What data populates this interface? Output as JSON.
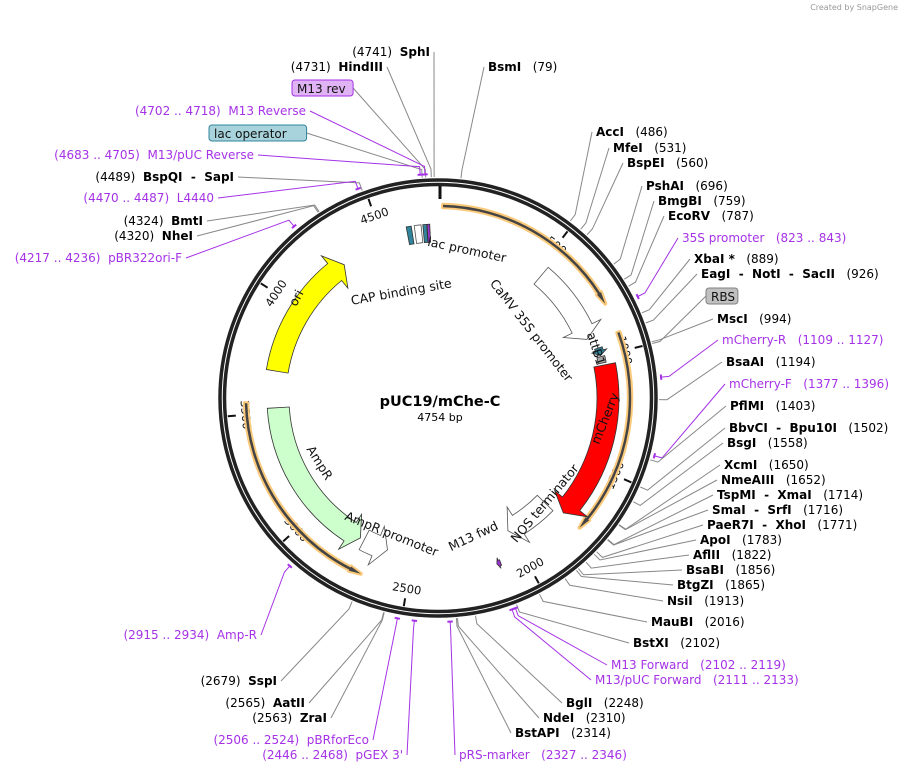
{
  "credit": "Created by SnapGene",
  "plasmid": {
    "name": "pUC19/mChe-C",
    "length_label": "4754 bp",
    "length": 4754
  },
  "tick_labels": [
    "500",
    "1000",
    "1500",
    "2000",
    "2500",
    "3000",
    "3500",
    "4000",
    "4500"
  ],
  "features": [
    {
      "name": "ori",
      "start": 3690,
      "end": 4290,
      "dir": "cw",
      "color": "#ffff00",
      "ring": "inner"
    },
    {
      "name": "AmpR",
      "start": 2760,
      "end": 3520,
      "dir": "ccw",
      "color": "#ccffcc",
      "ring": "inner"
    },
    {
      "name": "AmpR promoter",
      "start": 2620,
      "end": 2740,
      "dir": "ccw",
      "color": "#ffffff",
      "ring": "inner"
    },
    {
      "name": "CaMV 35S promoter",
      "start": 530,
      "end": 905,
      "dir": "cw",
      "color": "#ffffff",
      "ring": "inner"
    },
    {
      "name": "attB1",
      "start": 960,
      "end": 995,
      "dir": "cw",
      "color": "#31849b",
      "ring": "inner"
    },
    {
      "name": "",
      "start": 1000,
      "end": 1030,
      "dir": "none",
      "color": "#a6a6a6",
      "ring": "inner"
    },
    {
      "name": "mCherry",
      "start": 1040,
      "end": 1750,
      "dir": "cw",
      "color": "#ff0000",
      "ring": "inner"
    },
    {
      "name": "NOS terminator",
      "start": 1775,
      "end": 2010,
      "dir": "cw",
      "color": "#ffffff",
      "ring": "inner"
    },
    {
      "name": "M13 fwd",
      "start": 2102,
      "end": 2119,
      "dir": "cw",
      "color": "#9933cc",
      "ring": "inner"
    },
    {
      "name": "lac promoter",
      "start": 4650,
      "end": 4680,
      "dir": "none",
      "color": "#ffffff",
      "ring": "inner"
    },
    {
      "name": "CAP binding site",
      "start": 4615,
      "end": 4637,
      "dir": "none",
      "color": "#31849b",
      "ring": "inner"
    },
    {
      "name": "",
      "start": 4688,
      "end": 4705,
      "dir": "none",
      "color": "#31849b",
      "ring": "inner"
    },
    {
      "name": "",
      "start": 4706,
      "end": 4718,
      "dir": "none",
      "color": "#9933cc",
      "ring": "inner"
    }
  ],
  "orfs": [
    {
      "start": 20,
      "end": 800,
      "dir": "cw"
    },
    {
      "start": 925,
      "end": 1750,
      "dir": "cw"
    },
    {
      "start": 2690,
      "end": 3545,
      "dir": "ccw"
    }
  ],
  "labels": [
    {
      "kind": "enzyme",
      "name": "SphI",
      "pos": "(4741)",
      "site": 4741
    },
    {
      "kind": "enzyme",
      "name": "HindIII",
      "pos": "(4731)",
      "site": 4731
    },
    {
      "kind": "box",
      "name": "M13 rev",
      "site": 4712,
      "color": "#e0b3f5",
      "border": "#a532e6"
    },
    {
      "kind": "primer",
      "name": "M13 Reverse",
      "pos": "(4702 .. 4718)",
      "site": 4710
    },
    {
      "kind": "box",
      "name": "lac operator",
      "site": 4700,
      "color": "#a8d3dc",
      "border": "#31849b"
    },
    {
      "kind": "primer",
      "name": "M13/pUC Reverse",
      "pos": "(4683 .. 4705)",
      "site": 4694
    },
    {
      "kind": "enzyme",
      "name": "BspQI  -  SapI",
      "pos": "(4489)",
      "site": 4489
    },
    {
      "kind": "primer",
      "name": "L4440",
      "pos": "(4470 .. 4487)",
      "site": 4478
    },
    {
      "kind": "enzyme",
      "name": "BmtI",
      "pos": "(4324)",
      "site": 4324
    },
    {
      "kind": "enzyme",
      "name": "NheI",
      "pos": "(4320)",
      "site": 4320
    },
    {
      "kind": "primer",
      "name": "pBR322ori-F",
      "pos": "(4217 .. 4236)",
      "site": 4226
    },
    {
      "kind": "primer",
      "name": "Amp-R",
      "pos": "(2915 .. 2934)",
      "site": 2924
    },
    {
      "kind": "enzyme",
      "name": "SspI",
      "pos": "(2679)",
      "site": 2679
    },
    {
      "kind": "enzyme",
      "name": "AatII",
      "pos": "(2565)",
      "site": 2565
    },
    {
      "kind": "enzyme",
      "name": "ZraI",
      "pos": "(2563)",
      "site": 2563
    },
    {
      "kind": "primer",
      "name": "pBRforEco",
      "pos": "(2506 .. 2524)",
      "site": 2515
    },
    {
      "kind": "primer",
      "name": "pGEX 3'",
      "pos": "(2446 .. 2468)",
      "site": 2457
    },
    {
      "kind": "enzyme",
      "name": "BsmI",
      "pos": "(79)",
      "site": 79
    },
    {
      "kind": "enzyme",
      "name": "AccI",
      "pos": "(486)",
      "site": 486
    },
    {
      "kind": "enzyme",
      "name": "MfeI",
      "pos": "(531)",
      "site": 531
    },
    {
      "kind": "enzyme",
      "name": "BspEI",
      "pos": "(560)",
      "site": 560
    },
    {
      "kind": "enzyme",
      "name": "PshAI",
      "pos": "(696)",
      "site": 696
    },
    {
      "kind": "enzyme",
      "name": "BmgBI",
      "pos": "(759)",
      "site": 759
    },
    {
      "kind": "enzyme",
      "name": "EcoRV",
      "pos": "(787)",
      "site": 787
    },
    {
      "kind": "primer",
      "name": "35S promoter",
      "pos": "(823 .. 843)",
      "site": 833
    },
    {
      "kind": "enzyme",
      "name": "XbaI *",
      "pos": "(889)",
      "site": 889
    },
    {
      "kind": "enzyme",
      "name": "EagI  -  NotI  -  SacII",
      "pos": "(926)",
      "site": 926
    },
    {
      "kind": "box",
      "name": "RBS",
      "site": 1000,
      "color": "#c0c0c0",
      "border": "#808080"
    },
    {
      "kind": "enzyme",
      "name": "MscI",
      "pos": "(994)",
      "site": 994
    },
    {
      "kind": "primer",
      "name": "mCherry-R",
      "pos": "(1109 .. 1127)",
      "site": 1118
    },
    {
      "kind": "enzyme",
      "name": "BsaAI",
      "pos": "(1194)",
      "site": 1194
    },
    {
      "kind": "primer",
      "name": "mCherry-F",
      "pos": "(1377 .. 1396)",
      "site": 1386
    },
    {
      "kind": "enzyme",
      "name": "PflMI",
      "pos": "(1403)",
      "site": 1403
    },
    {
      "kind": "enzyme",
      "name": "BbvCI  -  Bpu10I",
      "pos": "(1502)",
      "site": 1502
    },
    {
      "kind": "enzyme",
      "name": "BsgI",
      "pos": "(1558)",
      "site": 1558
    },
    {
      "kind": "enzyme",
      "name": "XcmI",
      "pos": "(1650)",
      "site": 1650
    },
    {
      "kind": "enzyme",
      "name": "NmeAIII",
      "pos": "(1652)",
      "site": 1652
    },
    {
      "kind": "enzyme",
      "name": "TspMI  -  XmaI",
      "pos": "(1714)",
      "site": 1714
    },
    {
      "kind": "enzyme",
      "name": "SmaI  -  SrfI",
      "pos": "(1716)",
      "site": 1716
    },
    {
      "kind": "enzyme",
      "name": "PaeR7I  -  XhoI",
      "pos": "(1771)",
      "site": 1771
    },
    {
      "kind": "enzyme",
      "name": "ApoI",
      "pos": "(1783)",
      "site": 1783
    },
    {
      "kind": "enzyme",
      "name": "AflII",
      "pos": "(1822)",
      "site": 1822
    },
    {
      "kind": "enzyme",
      "name": "BsaBI",
      "pos": "(1856)",
      "site": 1856
    },
    {
      "kind": "enzyme",
      "name": "BtgZI",
      "pos": "(1865)",
      "site": 1865
    },
    {
      "kind": "enzyme",
      "name": "NsiI",
      "pos": "(1913)",
      "site": 1913
    },
    {
      "kind": "enzyme",
      "name": "MauBI",
      "pos": "(2016)",
      "site": 2016
    },
    {
      "kind": "enzyme",
      "name": "BstXI",
      "pos": "(2102)",
      "site": 2102
    },
    {
      "kind": "primer",
      "name": "M13 Forward",
      "pos": "(2102 .. 2119)",
      "site": 2110
    },
    {
      "kind": "primer",
      "name": "M13/pUC Forward",
      "pos": "(2111 .. 2133)",
      "site": 2122
    },
    {
      "kind": "enzyme",
      "name": "BglI",
      "pos": "(2248)",
      "site": 2248
    },
    {
      "kind": "enzyme",
      "name": "NdeI",
      "pos": "(2310)",
      "site": 2310
    },
    {
      "kind": "enzyme",
      "name": "BstAPI",
      "pos": "(2314)",
      "site": 2314
    },
    {
      "kind": "primer",
      "name": "pRS-marker",
      "pos": "(2327 .. 2346)",
      "site": 2336
    }
  ]
}
